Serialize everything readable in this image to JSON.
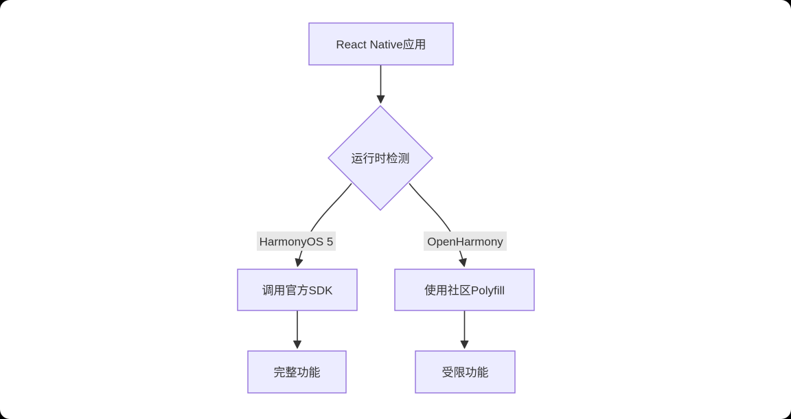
{
  "diagram": {
    "type": "flowchart",
    "direction": "top-down",
    "nodes": [
      {
        "id": "A",
        "label": "React Native应用",
        "shape": "rect"
      },
      {
        "id": "B",
        "label": "运行时检测",
        "shape": "diamond"
      },
      {
        "id": "C",
        "label": "调用官方SDK",
        "shape": "rect"
      },
      {
        "id": "D",
        "label": "使用社区Polyfill",
        "shape": "rect"
      },
      {
        "id": "E",
        "label": "完整功能",
        "shape": "rect"
      },
      {
        "id": "F",
        "label": "受限功能",
        "shape": "rect"
      }
    ],
    "edges": [
      {
        "from": "A",
        "to": "B",
        "label": ""
      },
      {
        "from": "B",
        "to": "C",
        "label": "HarmonyOS 5"
      },
      {
        "from": "B",
        "to": "D",
        "label": "OpenHarmony"
      },
      {
        "from": "C",
        "to": "E",
        "label": ""
      },
      {
        "from": "D",
        "to": "F",
        "label": ""
      }
    ],
    "colors": {
      "node_fill": "#ECECFF",
      "node_stroke": "#9370DB",
      "edge_stroke": "#333333",
      "label_bg": "#e8e8e8",
      "text": "#333333",
      "page_bg": "#ffffff",
      "outer_bg": "#000000"
    }
  }
}
